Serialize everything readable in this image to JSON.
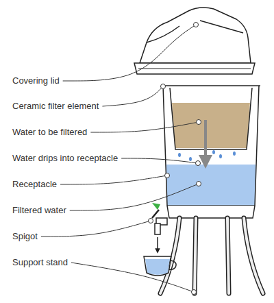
{
  "diagram": {
    "labels": [
      "Covering lid",
      "Ceramic filter element",
      "Water to be filtered",
      "Water drips into receptacle",
      "Receptacle",
      "Filtered water",
      "Spigot",
      "Support stand"
    ]
  }
}
